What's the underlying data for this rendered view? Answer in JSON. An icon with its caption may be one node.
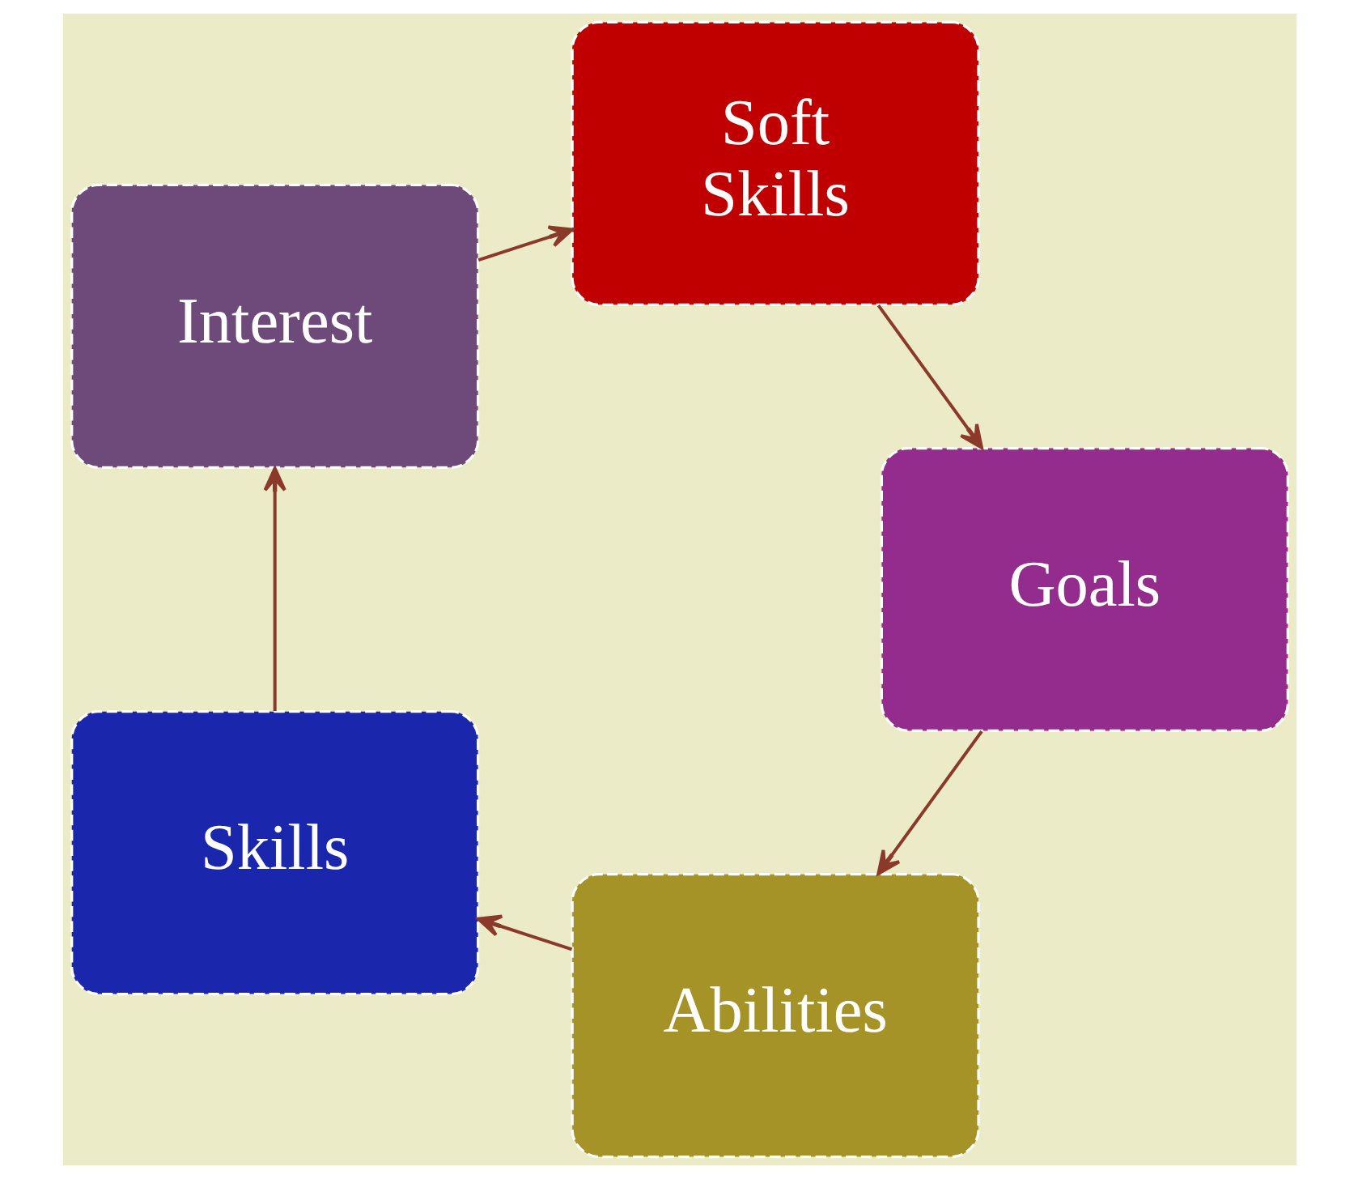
{
  "diagram": {
    "nodes": [
      {
        "text": [
          "Abilities"
        ]
      },
      {
        "text": [
          "Skills"
        ]
      },
      {
        "text": [
          "Interest"
        ]
      },
      {
        "text": [
          "Soft Skills"
        ]
      },
      {
        "text": [
          "Goals"
        ]
      }
    ],
    "edges": [
      {
        "from": 0,
        "to": 1,
        "arrow": "to"
      },
      {
        "from": 1,
        "to": 2,
        "arrow": "to"
      },
      {
        "from": 2,
        "to": 3,
        "arrow": "to"
      },
      {
        "from": 3,
        "to": 4,
        "arrow": "to"
      },
      {
        "from": 4,
        "to": 0,
        "arrow": "to"
      }
    ]
  }
}
